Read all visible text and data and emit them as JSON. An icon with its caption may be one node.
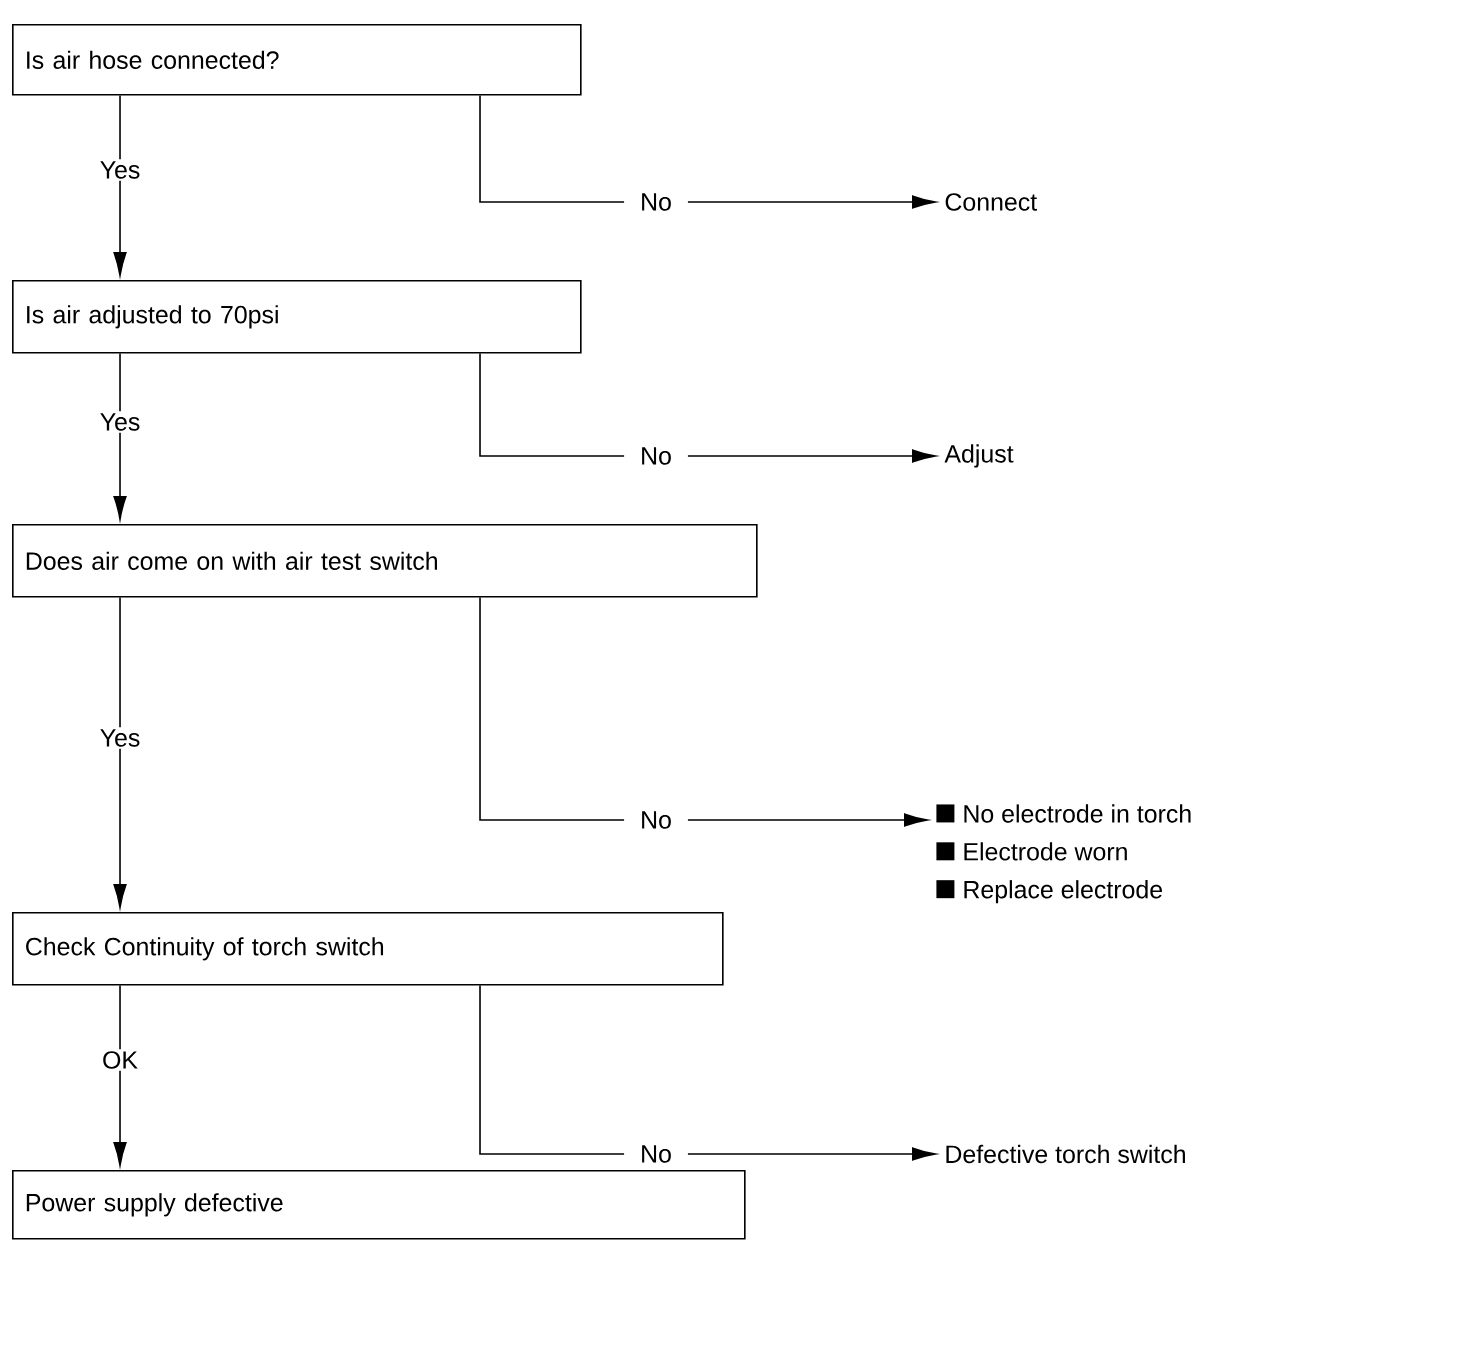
{
  "diagram": {
    "nodes": [
      {
        "text": [
          "Is air hose connected?"
        ]
      },
      {
        "text": [
          "Is air adjusted to 70psi"
        ]
      },
      {
        "text": [
          "Does air come on with air test switch"
        ]
      },
      {
        "text": [
          "Check Continuity of torch switch"
        ]
      },
      {
        "text": [
          "Power supply defective"
        ]
      },
      {
        "text": [
          "Connect"
        ]
      },
      {
        "text": [
          "Adjust"
        ]
      },
      {
        "text": [
          "No electrode in torch",
          "Electrode worn",
          "Replace electrode"
        ]
      },
      {
        "text": [
          "Defective torch switch"
        ]
      }
    ],
    "edges": [
      {
        "from": 0,
        "to": 1,
        "arrow": "to",
        "label": "Yes"
      },
      {
        "from": 0,
        "to": 5,
        "arrow": "to",
        "label": "No"
      },
      {
        "from": 1,
        "to": 2,
        "arrow": "to",
        "label": "Yes"
      },
      {
        "from": 1,
        "to": 6,
        "arrow": "to",
        "label": "No"
      },
      {
        "from": 2,
        "to": 3,
        "arrow": "to",
        "label": "Yes"
      },
      {
        "from": 2,
        "to": 7,
        "arrow": "to",
        "label": "No"
      },
      {
        "from": 3,
        "to": 4,
        "arrow": "to",
        "label": "OK"
      },
      {
        "from": 3,
        "to": 8,
        "arrow": "to",
        "label": "No"
      }
    ]
  }
}
